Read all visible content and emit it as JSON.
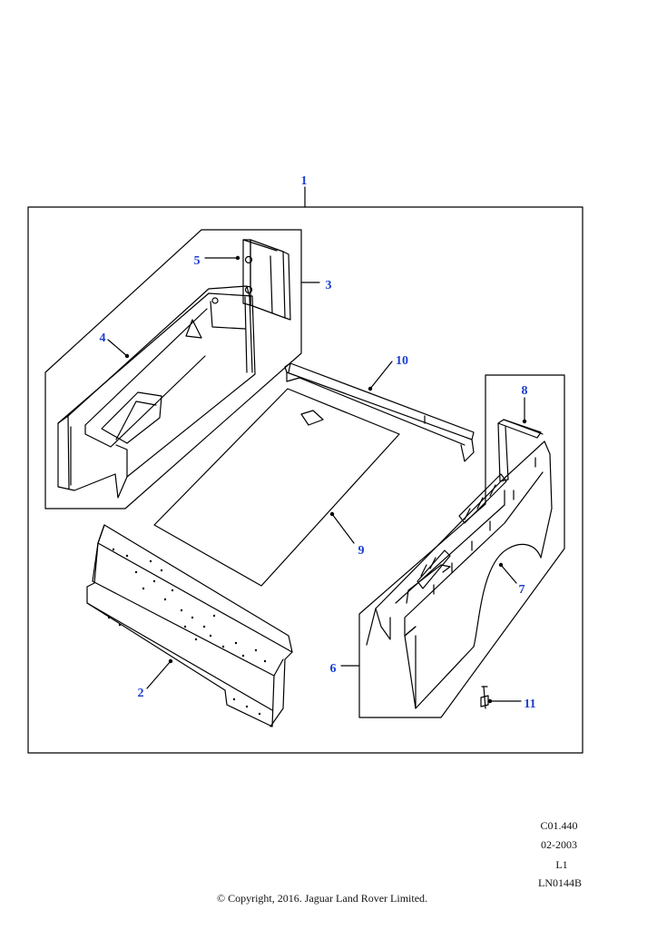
{
  "diagram": {
    "callouts": [
      "1",
      "2",
      "3",
      "4",
      "5",
      "6",
      "7",
      "8",
      "9",
      "10",
      "11"
    ],
    "callout_color": "#1a3fd0",
    "line_color": "#000000"
  },
  "footer": {
    "code": "C01.440",
    "date": "02-2003",
    "level": "L1",
    "ref": "LN0144B",
    "copyright": "© Copyright, 2016. Jaguar Land Rover Limited."
  }
}
